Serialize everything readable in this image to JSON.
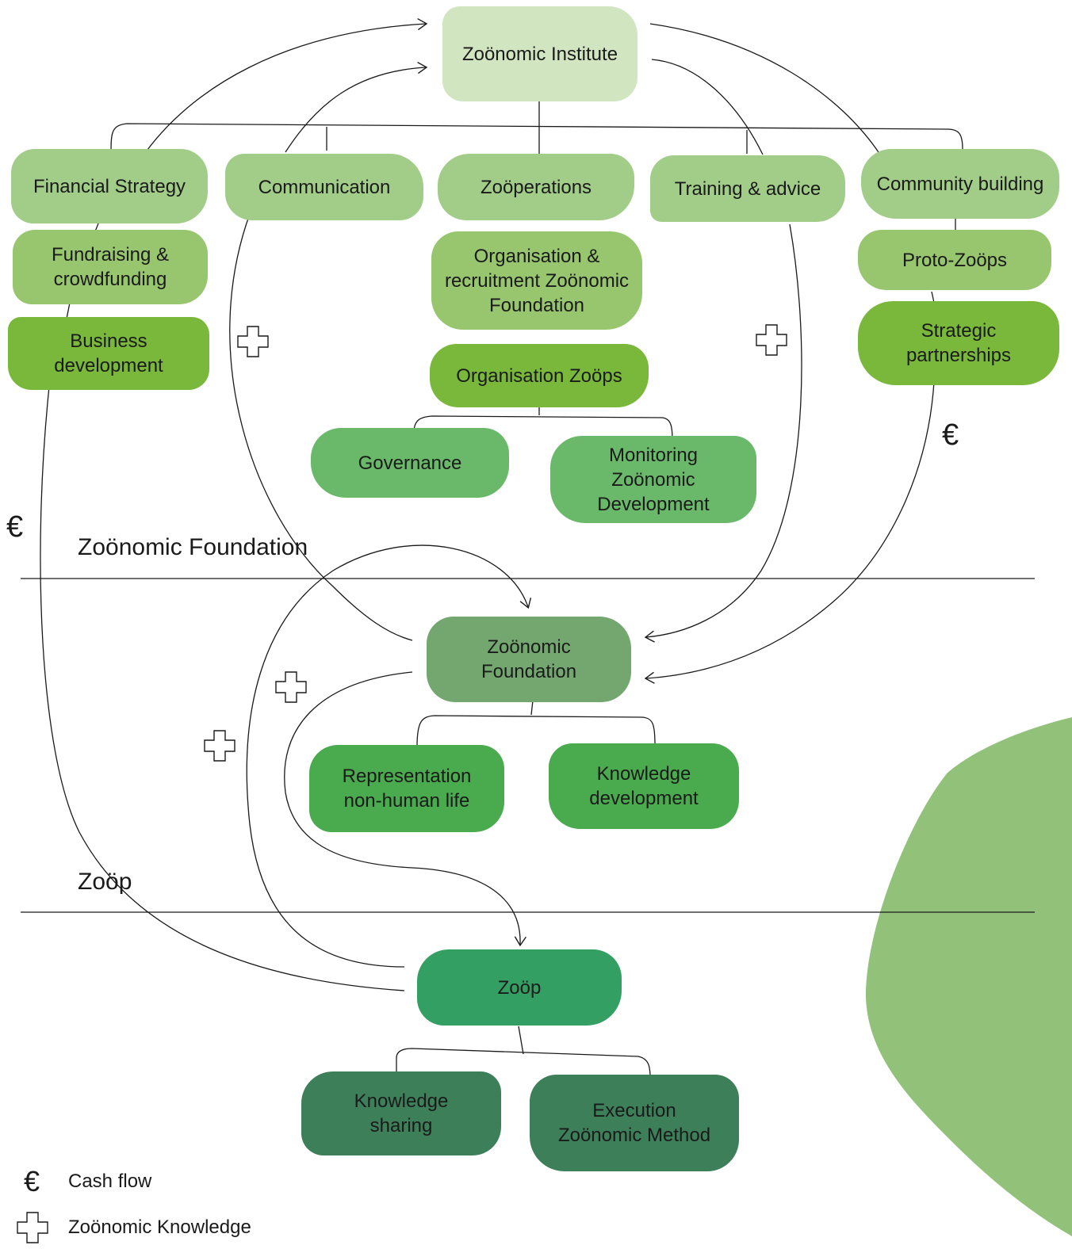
{
  "nodes": {
    "institute": "Zoönomic Institute",
    "financial": "Financial Strategy",
    "communication": "Communication",
    "zooperations": "Zoöperations",
    "training": "Training & advice",
    "community": "Community building",
    "fundraising": "Fundraising &\ncrowdfunding",
    "business": "Business\ndevelopment",
    "org_recruit": "Organisation &\nrecruitment Zoönomic\nFoundation",
    "org_zoops": "Organisation Zoöps",
    "proto": "Proto-Zoöps",
    "strategic": "Strategic\npartnerships",
    "governance": "Governance",
    "monitoring": "Monitoring\nZoönomic\nDevelopment",
    "foundation": "Zoönomic\nFoundation",
    "representation": "Representation\nnon-human life",
    "knowledge_dev": "Knowledge\ndevelopment",
    "zoop": "Zoöp",
    "knowledge_sharing": "Knowledge\nsharing",
    "execution": "Execution\nZoönomic Method"
  },
  "sections": {
    "foundation_label": "Zoönomic Foundation",
    "zoop_label": "Zoöp"
  },
  "symbols": {
    "euro": "€",
    "knowledge_icon": "plus-outline-icon"
  },
  "legend": {
    "cash_flow": "Cash flow",
    "knowledge": "Zoönomic Knowledge"
  },
  "colors": {
    "institute": "#d1e5c1",
    "level1": "#a2cd89",
    "foundation": "#73a76f",
    "zoop": "#339f62",
    "zoop_children": "#3c7f59",
    "decor": "#92c27a"
  }
}
